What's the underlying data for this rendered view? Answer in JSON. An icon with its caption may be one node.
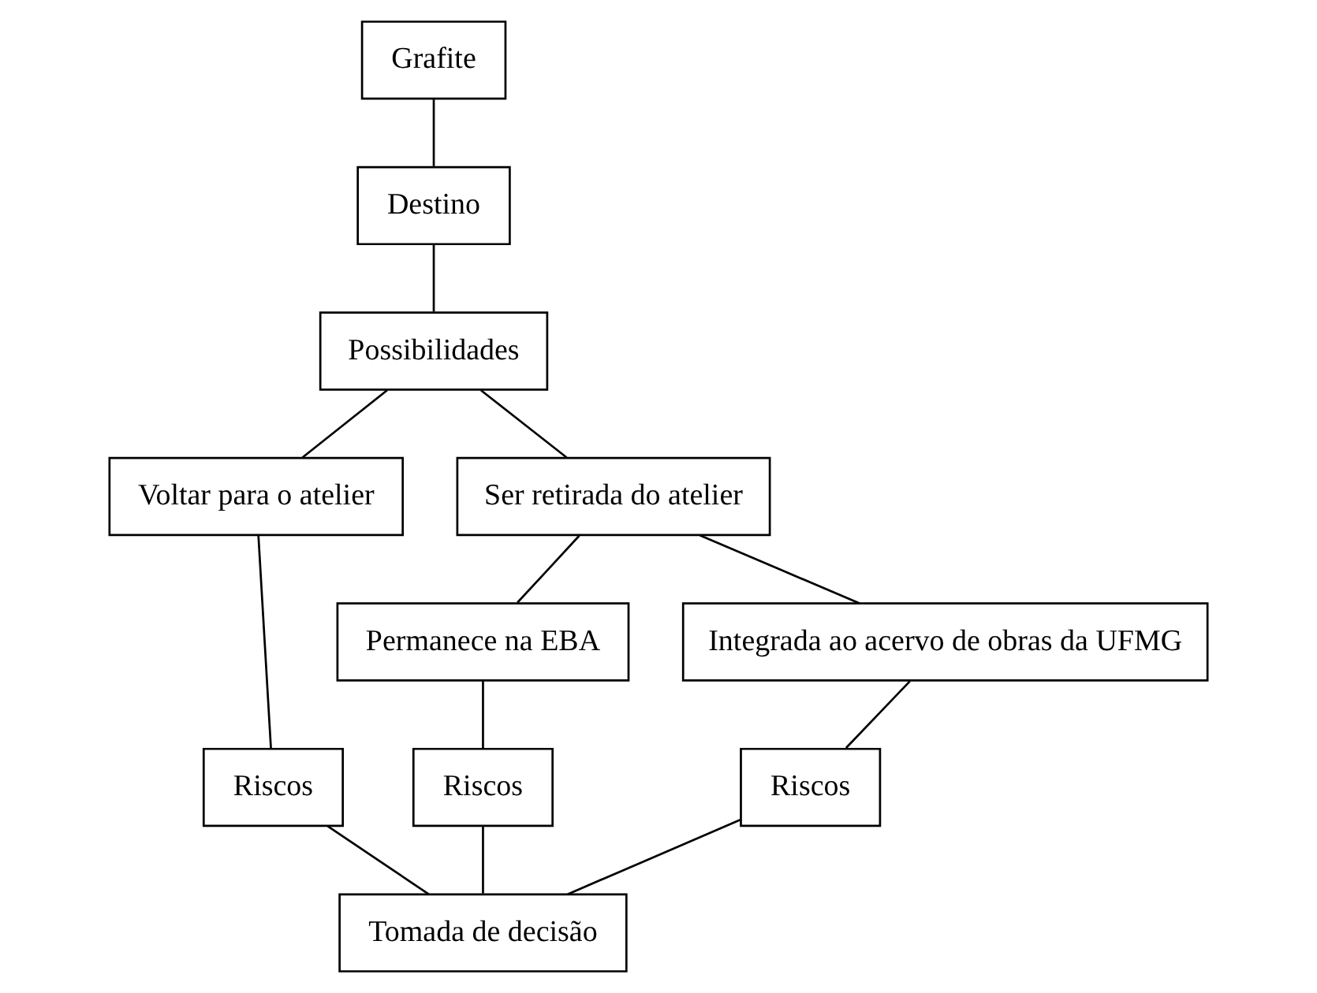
{
  "diagram": {
    "nodes": [
      {
        "text": [
          "Grafite"
        ]
      },
      {
        "text": [
          "Destino"
        ]
      },
      {
        "text": [
          "Possibilidades"
        ]
      },
      {
        "text": [
          "Voltar para o atelier"
        ]
      },
      {
        "text": [
          "Ser retirada do atelier"
        ]
      },
      {
        "text": [
          "Permanece na EBA"
        ]
      },
      {
        "text": [
          "Integrada ao acervo de obras da UFMG"
        ]
      },
      {
        "text": [
          "Riscos"
        ]
      },
      {
        "text": [
          "Riscos"
        ]
      },
      {
        "text": [
          "Riscos"
        ]
      },
      {
        "text": [
          "Tomada de decisão"
        ]
      }
    ],
    "edges": [
      {
        "from": 0,
        "to": 1,
        "arrow": "none"
      },
      {
        "from": 1,
        "to": 2,
        "arrow": "none"
      },
      {
        "from": 2,
        "to": 3,
        "arrow": "none"
      },
      {
        "from": 2,
        "to": 4,
        "arrow": "none"
      },
      {
        "from": 4,
        "to": 5,
        "arrow": "none"
      },
      {
        "from": 4,
        "to": 6,
        "arrow": "none"
      },
      {
        "from": 3,
        "to": 7,
        "arrow": "none"
      },
      {
        "from": 5,
        "to": 8,
        "arrow": "none"
      },
      {
        "from": 6,
        "to": 9,
        "arrow": "none"
      },
      {
        "from": 7,
        "to": 10,
        "arrow": "none"
      },
      {
        "from": 8,
        "to": 10,
        "arrow": "none"
      },
      {
        "from": 9,
        "to": 10,
        "arrow": "none"
      }
    ]
  }
}
